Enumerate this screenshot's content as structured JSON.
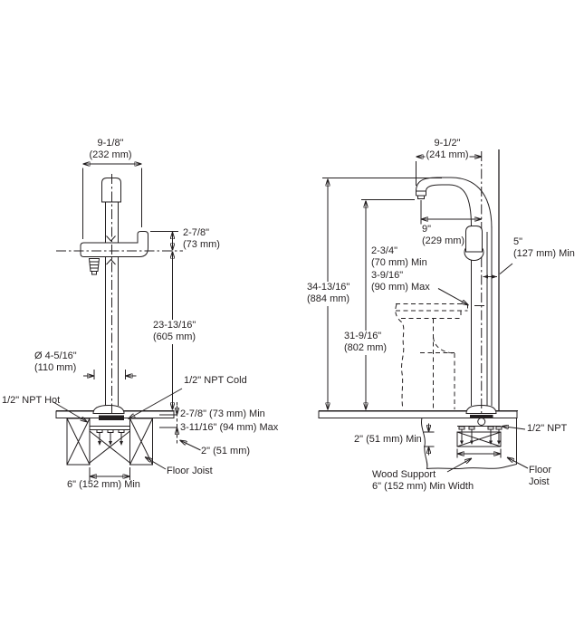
{
  "drawing": {
    "left_view": {
      "overall_width": "9-1/8\"\n(232 mm)",
      "spout_rise": "2-7/8\"\n(73 mm)",
      "floor_to_centerline": "23-13/16\"\n(605 mm)",
      "escutcheon_diameter": "Ø 4-5/16\"\n(110 mm)",
      "hot_supply": "1/2\" NPT Hot",
      "cold_supply": "1/2\" NPT Cold",
      "depth_min": "2-7/8\" (73 mm) Min",
      "depth_max": "3-11/16\" (94 mm) Max",
      "board_thickness": "2\" (51 mm)",
      "floor_joist": "Floor Joist",
      "joist_spacing_min": "6\" (152 mm) Min"
    },
    "right_view": {
      "spout_overall_reach": "9-1/2\"\n(241 mm)",
      "spout_reach": "9\"\n(229 mm)",
      "wall_clearance_min": "5\"\n(127 mm) Min",
      "rim_clearance": "2-3/4\"\n(70 mm) Min\n3-9/16\"\n(90 mm) Max",
      "overall_height": "34-13/16\"\n(884 mm)",
      "spout_outlet_height": "31-9/16\"\n(802 mm)",
      "supply_connection": "1/2\" NPT",
      "support_thickness_min": "2\" (51 mm) Min",
      "wood_support": "Wood Support\n6\" (152 mm) Min Width",
      "floor_joist": "Floor\nJoist"
    }
  },
  "colors": {
    "line": "#231f20",
    "background": "#ffffff"
  }
}
